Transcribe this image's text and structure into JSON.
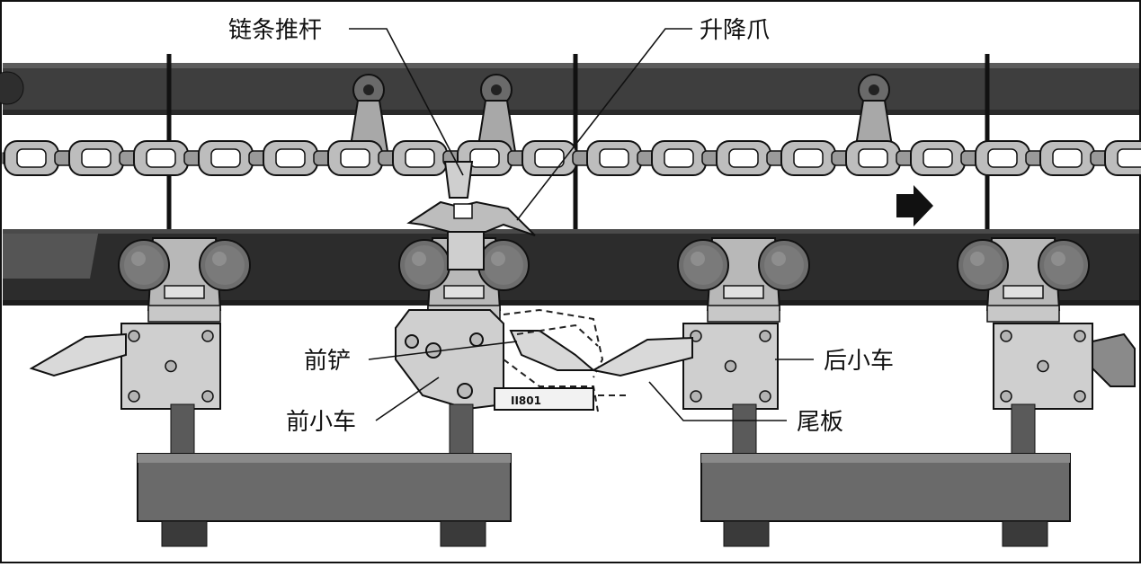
{
  "diagram": {
    "labels": {
      "chain_pusher": "链条推杆",
      "lifting_claw": "升降爪",
      "front_shovel": "前铲",
      "rear_trolley": "后小车",
      "front_trolley": "前小车",
      "tail_plate": "尾板"
    },
    "plate_text": "II801",
    "direction": "right",
    "colors": {
      "rail": "#3a3a3a",
      "chain": "#9a9a9a",
      "wheel": "#6e6e6e",
      "body": "#c8c8c8",
      "carrier": "#5a5a5a",
      "line": "#111111"
    }
  }
}
